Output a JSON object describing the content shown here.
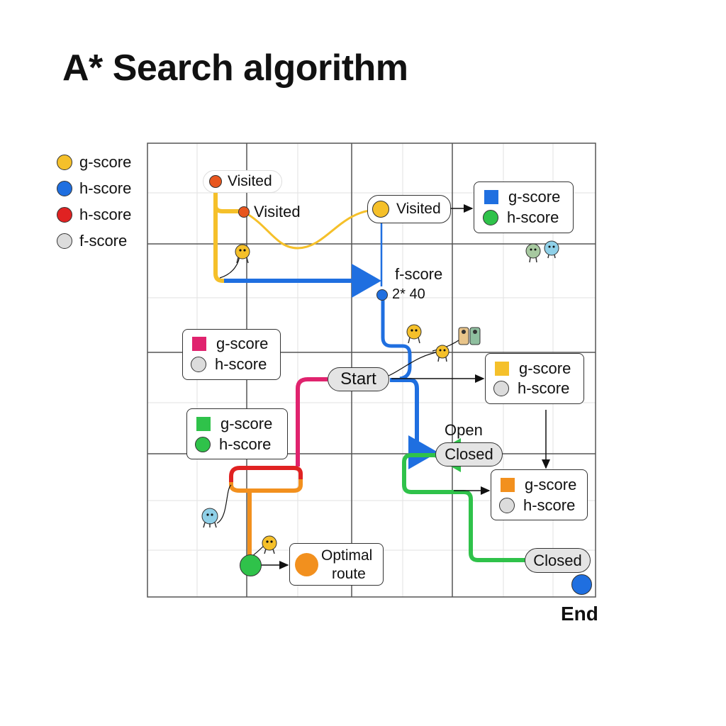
{
  "title": "A* Search algorithm",
  "legend": [
    {
      "label": "g-score",
      "color": "#f5c02a"
    },
    {
      "label": "h-score",
      "color": "#1f6fe0"
    },
    {
      "label": "h-score",
      "color": "#e02222"
    },
    {
      "label": "f-score",
      "color": "#dcdcdc"
    }
  ],
  "labels": {
    "visited_1": "Visited",
    "visited_2": "Visited",
    "visited_3": "Visited",
    "f_score": "f-score",
    "f_value": "2* 40",
    "start": "Start",
    "open": "Open",
    "closed_1": "Closed",
    "closed_2": "Closed",
    "end": "End",
    "optimal_line1": "Optimal",
    "optimal_line2": "route"
  },
  "boxes": {
    "top_right": {
      "sq_color": "#1f6fe0",
      "ci_color": "#2fc24a",
      "row1": "g-score",
      "row2": "h-score"
    },
    "left_pink": {
      "sq_color": "#e0236e",
      "ci_color": "#dcdcdc",
      "row1": "g-score",
      "row2": "h-score"
    },
    "left_green": {
      "sq_color": "#2fc24a",
      "ci_color": "#2fc24a",
      "row1": "g-score",
      "row2": "h-score"
    },
    "right_yellow": {
      "sq_color": "#f5c02a",
      "ci_color": "#dcdcdc",
      "row1": "g-score",
      "row2": "h-score"
    },
    "right_orange": {
      "sq_color": "#f2901e",
      "ci_color": "#dcdcdc",
      "row1": "g-score",
      "row2": "h-score"
    }
  },
  "colors": {
    "yellow": "#f5c02a",
    "blue": "#1f6fe0",
    "red": "#e02222",
    "pink": "#e0236e",
    "orange": "#f2901e",
    "green": "#2fc24a",
    "grid": "#555555",
    "grid_light": "#dddddd",
    "node_orange": "#e8561e"
  },
  "icons": [
    "robot-icon",
    "robot-icon",
    "robot-icon",
    "robot-icon",
    "robot-icon",
    "robot-icon",
    "robot-icon",
    "robot-icon"
  ]
}
